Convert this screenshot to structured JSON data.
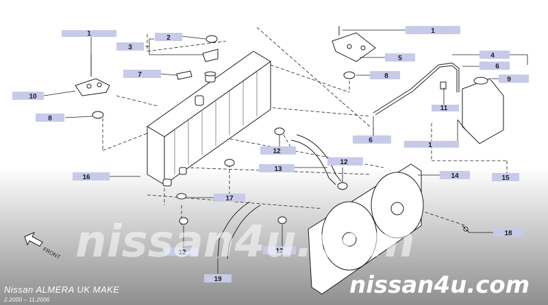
{
  "caption": {
    "title": "Nissan ALMERA UK MAKE",
    "date_range": "2.2000 – 11.2006"
  },
  "watermark": {
    "center": "nissan4u.com",
    "corner": "nissan4u.com"
  },
  "orientation_label": "FRONT",
  "callouts": {
    "c1a": "1",
    "c2": "2",
    "c3": "3",
    "c7": "7",
    "c10": "10",
    "c8a": "8",
    "c16": "16",
    "c1b": "1",
    "c5": "5",
    "c8b": "8",
    "c4": "4",
    "c6a": "6",
    "c9": "9",
    "c11": "11",
    "c6b": "6",
    "c1c": "1",
    "c12a": "12",
    "c13": "13",
    "c12b": "12",
    "c14": "14",
    "c15": "15",
    "c17": "17",
    "c12c": "12",
    "c12d": "12",
    "c19": "19",
    "c18": "18"
  },
  "colors": {
    "label_box": "#c7cae8",
    "line": "#1a1a1a",
    "footer_gray": "#9a9a9a"
  }
}
